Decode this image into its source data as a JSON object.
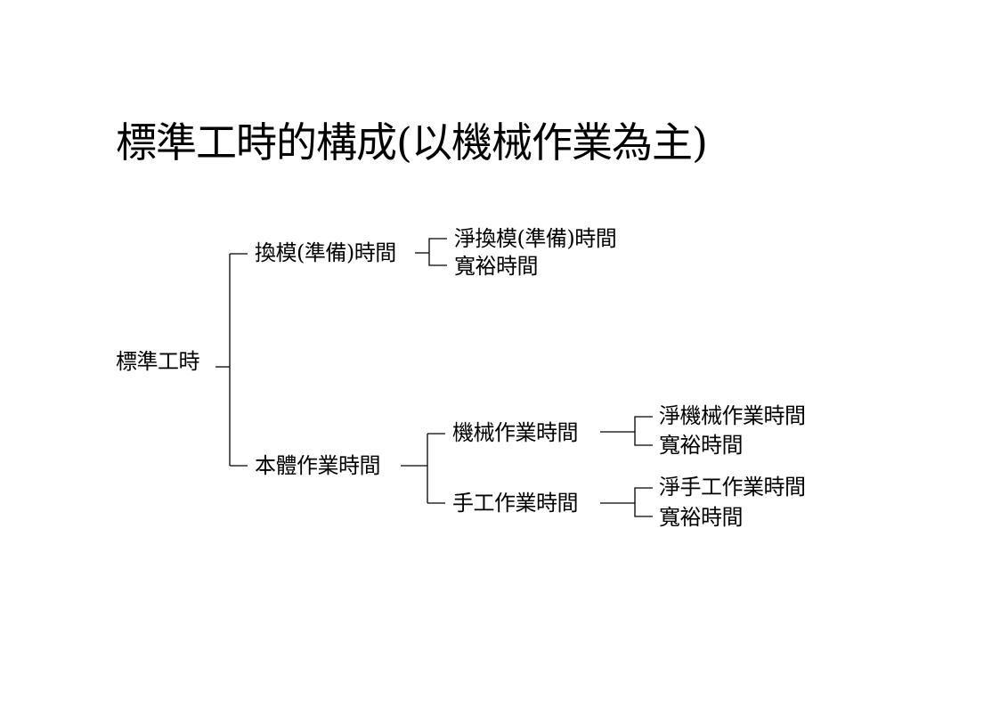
{
  "title": "標準工時的構成(以機械作業為主)",
  "tree": {
    "root": "標準工時",
    "setup": {
      "label": "換模(準備)時間",
      "net": "淨換模(準備)時間",
      "allowance": "寬裕時間"
    },
    "body": {
      "label": "本體作業時間",
      "machine": {
        "label": "機械作業時間",
        "net": "淨機械作業時間",
        "allowance": "寬裕時間"
      },
      "manual": {
        "label": "手工作業時間",
        "net": "淨手工作業時間",
        "allowance": "寬裕時間"
      }
    }
  }
}
